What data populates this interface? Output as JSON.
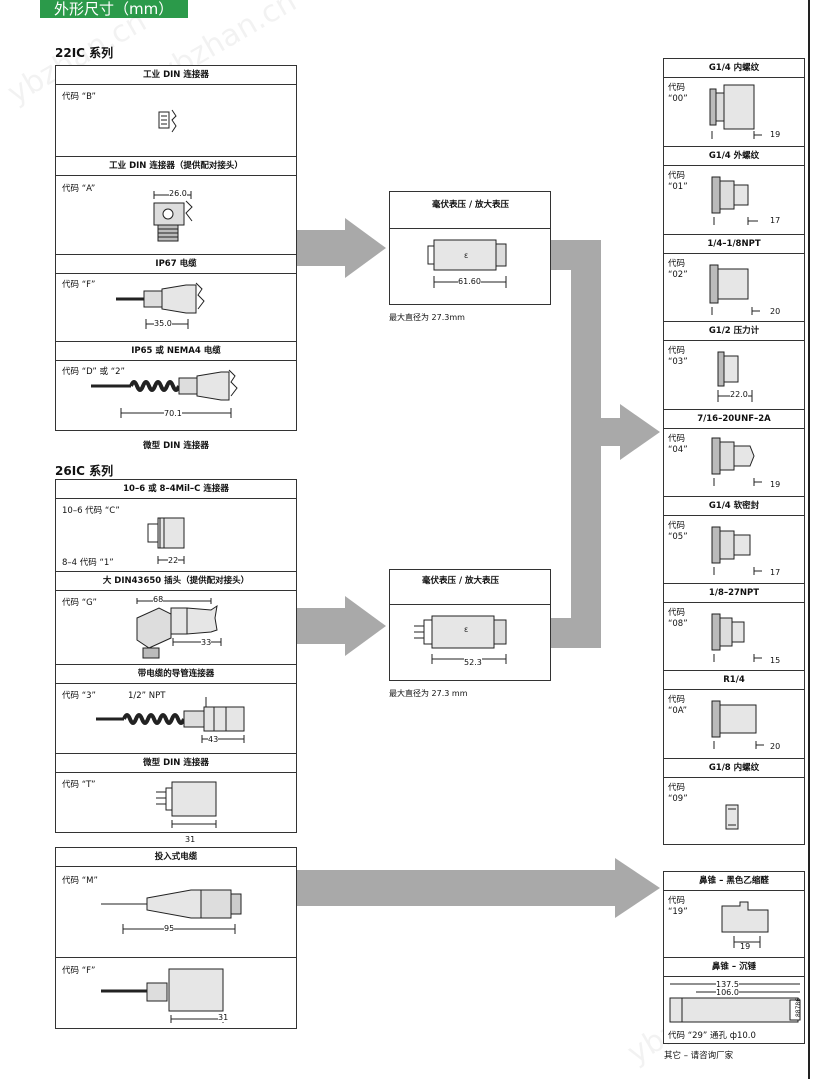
{
  "header": {
    "title": "外形尺寸（mm）"
  },
  "watermarks": [
    "ybzhan.cn",
    "ybzhan.cn",
    "ybzhan.cn"
  ],
  "series_22": {
    "title": "22IC 系列",
    "sections": [
      {
        "title": "工业 DIN 连接器",
        "code": "代码 “B”"
      },
      {
        "title": "工业 DIN 连接器（提供配对接头）",
        "code": "代码 “A”",
        "dim": "26.0"
      },
      {
        "title": "IP67 电缆",
        "code": "代码 “F”",
        "dim": "35.0"
      },
      {
        "title": "IP65 或 NEMA4 电缆",
        "code": "代码 “D” 或 “2”",
        "dim": "70.1"
      }
    ],
    "footer": "微型 DIN 连接器"
  },
  "series_26": {
    "title": "26IC 系列",
    "sections": [
      {
        "title": "10–6 或 8–4Mil–C 连接器",
        "code": "10–6 代码 “C”",
        "code2": "8–4 代码 “1”",
        "dim": "22"
      },
      {
        "title": "大 DIN43650 插头（提供配对接头）",
        "code": "代码 “G”",
        "dim": "68",
        "dim2": "33"
      },
      {
        "title": "带电缆的导管连接器",
        "code": "代码 “3”",
        "extra": "1/2” NPT",
        "dim": "43"
      },
      {
        "title": "微型 DIN 连接器",
        "code": "代码 “T”",
        "dim": "31"
      },
      {
        "title": "投入式电缆",
        "code": "代码 “M”",
        "dim": "95"
      },
      {
        "title": "",
        "code": "代码 “F”",
        "dim": "31"
      }
    ]
  },
  "middle": [
    {
      "title": "毫伏表压 / 放大表压",
      "dim": "61.60",
      "note": "最大直径为 27.3mm"
    },
    {
      "title": "毫伏表压 / 放大表压",
      "dim": "52.3",
      "note": "最大直径为 27.3 mm"
    }
  ],
  "fittings": [
    {
      "title": "G1/4 内螺纹",
      "code": "代码",
      "code2": "“00”",
      "dim": "19"
    },
    {
      "title": "G1/4 外螺纹",
      "code": "代码",
      "code2": "“01”",
      "dim": "17"
    },
    {
      "title": "1/4–1/8NPT",
      "code": "代码",
      "code2": "“02”",
      "dim": "20"
    },
    {
      "title": "G1/2 压力计",
      "code": "代码",
      "code2": "“03”",
      "dim": "22.0"
    },
    {
      "title": "7/16–20UNF–2A",
      "code": "代码",
      "code2": "“04”",
      "dim": "19"
    },
    {
      "title": "G1/4 软密封",
      "code": "代码",
      "code2": "“05”",
      "dim": "17"
    },
    {
      "title": "1/8–27NPT",
      "code": "代码",
      "code2": "“08”",
      "dim": "15"
    },
    {
      "title": "R1/4",
      "code": "代码",
      "code2": "“0A”",
      "dim": "20"
    },
    {
      "title": "G1/8 内螺纹",
      "code": "代码",
      "code2": "“09”",
      "dim": ""
    }
  ],
  "nose": [
    {
      "title": "鼻锥 – 黑色乙缩醛",
      "code": "代码",
      "code2": "“19”",
      "dim": "19"
    },
    {
      "title": "鼻锥 – 沉锤",
      "dim": "137.5",
      "dim2": "106.0",
      "label": "代码 “29” 通孔 ф10.0"
    }
  ],
  "footer_note": "其它 – 请咨询厂家",
  "side_stamp": "88786"
}
